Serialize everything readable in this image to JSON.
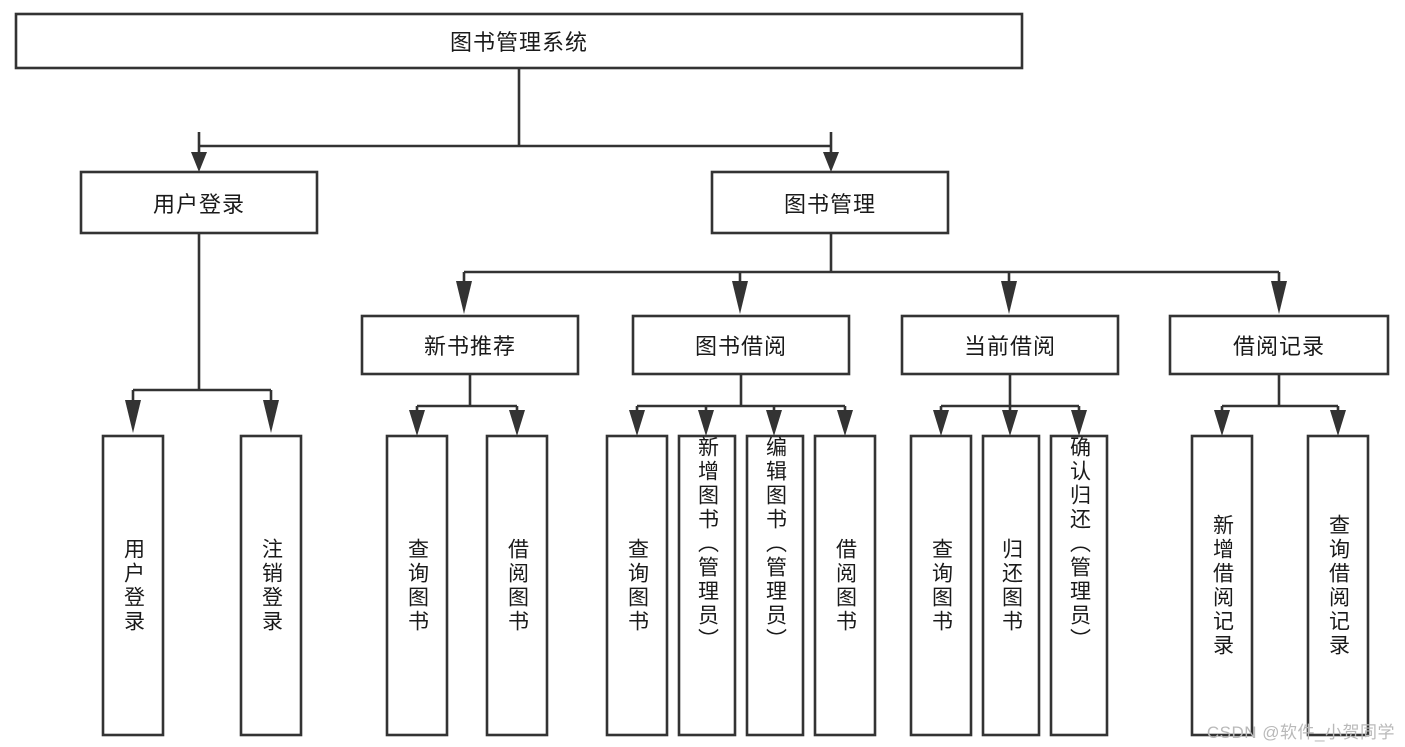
{
  "diagram": {
    "type": "tree-hierarchy-diagram",
    "title": "图书管理系统",
    "style": {
      "box_fill": "#ffffff",
      "box_stroke": "#333333",
      "text_color": "#1a1a1a",
      "background": "#ffffff",
      "watermark_color": "#b9b9b9"
    },
    "levels": [
      {
        "level": 1,
        "nodes": [
          {
            "id": "root",
            "label": "图书管理系统",
            "orientation": "horizontal"
          }
        ]
      },
      {
        "level": 2,
        "nodes": [
          {
            "id": "user-login",
            "label": "用户登录",
            "orientation": "horizontal",
            "parent": "root"
          },
          {
            "id": "book-manage",
            "label": "图书管理",
            "orientation": "horizontal",
            "parent": "root"
          }
        ]
      },
      {
        "level": 3,
        "nodes": [
          {
            "id": "new-book-rec",
            "label": "新书推荐",
            "orientation": "horizontal",
            "parent": "book-manage"
          },
          {
            "id": "book-borrow",
            "label": "图书借阅",
            "orientation": "horizontal",
            "parent": "book-manage"
          },
          {
            "id": "current-borrow",
            "label": "当前借阅",
            "orientation": "horizontal",
            "parent": "book-manage"
          },
          {
            "id": "borrow-record",
            "label": "借阅记录",
            "orientation": "horizontal",
            "parent": "book-manage"
          }
        ]
      },
      {
        "level": 4,
        "nodes": [
          {
            "id": "leaf-user-login",
            "label": "用户登录",
            "orientation": "vertical",
            "parent": "user-login"
          },
          {
            "id": "leaf-logout",
            "label": "注销登录",
            "orientation": "vertical",
            "parent": "user-login"
          },
          {
            "id": "leaf-query-book-1",
            "label": "查询图书",
            "orientation": "vertical",
            "parent": "new-book-rec"
          },
          {
            "id": "leaf-borrow-book-1",
            "label": "借阅图书",
            "orientation": "vertical",
            "parent": "new-book-rec"
          },
          {
            "id": "leaf-query-book-2",
            "label": "查询图书",
            "orientation": "vertical",
            "parent": "book-borrow"
          },
          {
            "id": "leaf-add-book",
            "label": "新增图书（管理员）",
            "orientation": "vertical",
            "parent": "book-borrow"
          },
          {
            "id": "leaf-edit-book",
            "label": "编辑图书（管理员）",
            "orientation": "vertical",
            "parent": "book-borrow"
          },
          {
            "id": "leaf-borrow-book-2",
            "label": "借阅图书",
            "orientation": "vertical",
            "parent": "book-borrow"
          },
          {
            "id": "leaf-query-book-3",
            "label": "查询图书",
            "orientation": "vertical",
            "parent": "current-borrow"
          },
          {
            "id": "leaf-return-book",
            "label": "归还图书",
            "orientation": "vertical",
            "parent": "current-borrow"
          },
          {
            "id": "leaf-confirm-return",
            "label": "确认归还（管理员）",
            "orientation": "vertical",
            "parent": "current-borrow"
          },
          {
            "id": "leaf-add-record",
            "label": "新增借阅记录",
            "orientation": "vertical",
            "parent": "borrow-record"
          },
          {
            "id": "leaf-query-record",
            "label": "查询借阅记录",
            "orientation": "vertical",
            "parent": "borrow-record"
          }
        ]
      }
    ]
  },
  "watermark": {
    "text": "CSDN @软件_小贺同学"
  }
}
